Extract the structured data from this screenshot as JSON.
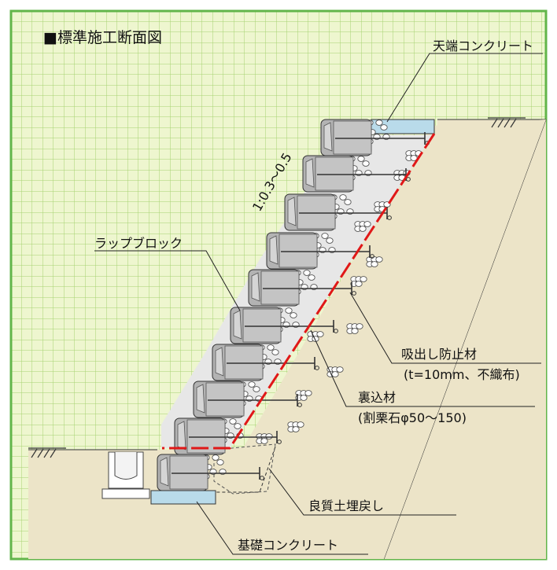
{
  "title": "■標準施工断面図",
  "labels": {
    "tenba": "天端コンクリート",
    "wrap": "ラップブロック",
    "slope": "1:0.3〜0.5",
    "suidashi_1": "吸出し防止材",
    "suidashi_2": "(t=10mm、不織布)",
    "uragome_1": "裏込材",
    "uragome_2": "(割栗石φ50〜150)",
    "ryoushitsu": "良質土埋戻し",
    "kiso": "基礎コンクリート"
  },
  "colors": {
    "grid_bg": "#eef6cf",
    "grid_line": "#9fd06a",
    "frame": "#62b54a",
    "soil": "#ece4c8",
    "backfill": "#e7e7e7",
    "block": "#b3b3b3",
    "concrete": "#b9dbea",
    "filter": "#e01818"
  },
  "icons": [
    "ground-hatch-icon",
    "u-gutter-icon",
    "anchor-icon"
  ]
}
